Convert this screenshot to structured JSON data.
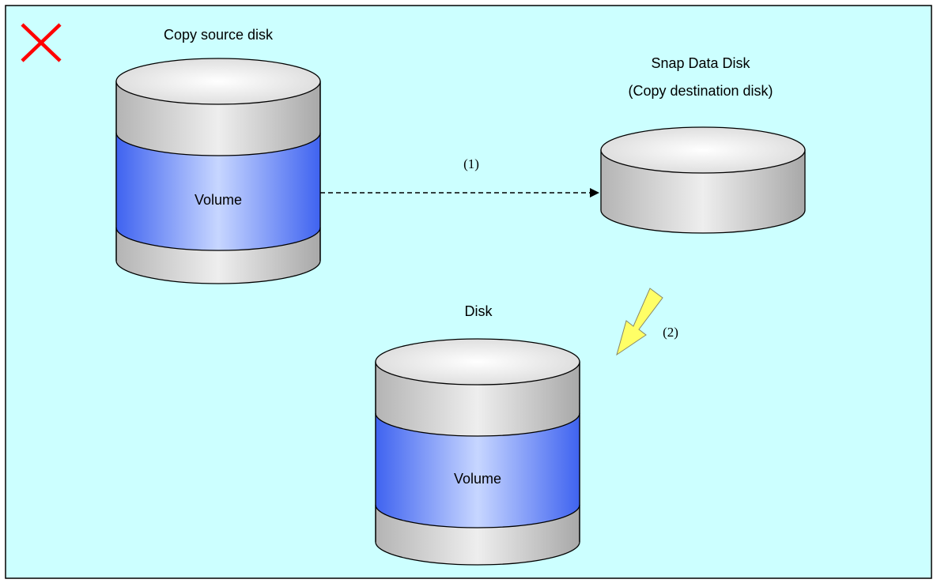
{
  "colors": {
    "background": "#ccffff",
    "frame": "#000000",
    "disk_body": "#c8c8c8",
    "volume_band": "#4f72f2",
    "cross_mark": "#ff0000",
    "arrow_fill": "#ffff66"
  },
  "status_icon": "red-cross-icon",
  "labels": {
    "copy_source": "Copy source disk",
    "snap_data_line1": "Snap Data Disk",
    "snap_data_line2": "(Copy destination disk)",
    "disk": "Disk",
    "step1": "(1)",
    "step2": "(2)"
  },
  "source_disk": {
    "volume_label": "Volume"
  },
  "target_disk": {
    "volume_label": "Volume"
  }
}
